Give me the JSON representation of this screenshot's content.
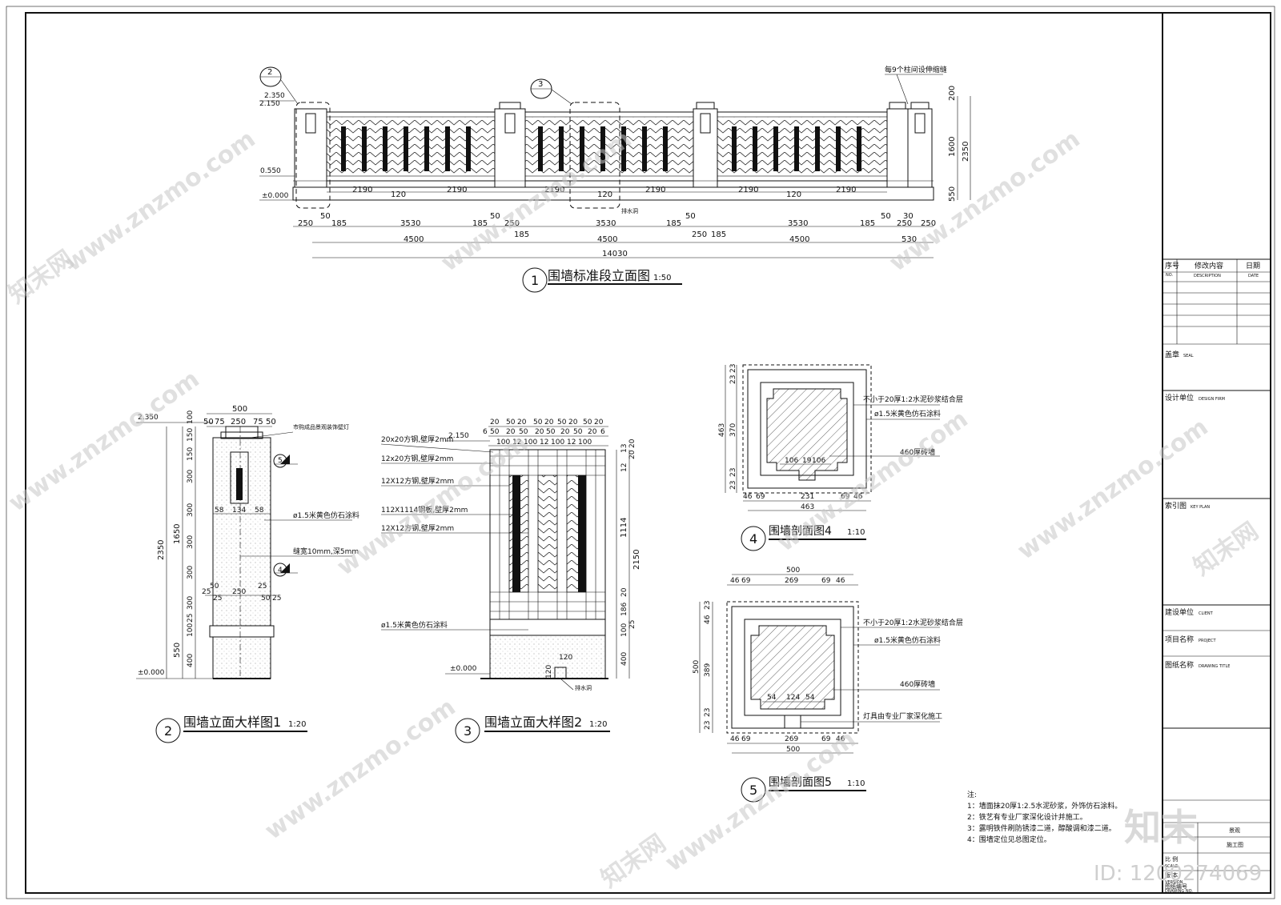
{
  "titles": {
    "elev_std": "围墙标准段立面图",
    "elev_std_scale": "1:50",
    "detail1": "围墙立面大样图1",
    "detail1_scale": "1:20",
    "detail2": "围墙立面大样图2",
    "detail2_scale": "1:20",
    "section4": "围墙剖面图4",
    "section4_scale": "1:10",
    "section5": "围墙剖面图5",
    "section5_scale": "1:10"
  },
  "view_numbers": [
    "1",
    "2",
    "3",
    "4",
    "5"
  ],
  "elev_std": {
    "callout_2": "2",
    "callout_3": "3",
    "expansion_note": "每9个柱间设伸缩缝",
    "drain_label": "排水洞",
    "levels": [
      "2.350",
      "2.150",
      "0.550",
      "±0.000"
    ],
    "dims_upper": [
      "2190",
      "120",
      "2190",
      "2190",
      "120",
      "2190",
      "2190",
      "120",
      "2190"
    ],
    "dims_mid": [
      "250",
      "50",
      "185",
      "3530",
      "185",
      "50",
      "250",
      "185",
      "3530",
      "185",
      "50",
      "250",
      "185",
      "3530",
      "185",
      "50",
      "250",
      "30",
      "250"
    ],
    "dims_bays": [
      "4500",
      "4500",
      "4500",
      "530"
    ],
    "dims_total": "14030",
    "dims_right": [
      "200",
      "1600",
      "2350",
      "550"
    ]
  },
  "detail1": {
    "top_dims": [
      "500",
      "50",
      "75",
      "250",
      "75",
      "50"
    ],
    "lamp_label": "市购成品景观装饰壁灯",
    "coating_label": "ø1.5米黄色仿石涂料",
    "joint_label": "缝宽10mm,深5mm",
    "mid_dims": [
      "58",
      "134",
      "58"
    ],
    "low_dims": [
      "25",
      "50",
      "25",
      "250",
      "25",
      "50",
      "25"
    ],
    "left_dims": [
      "2350",
      "1650",
      "550"
    ],
    "side_dims": [
      "100",
      "150",
      "150",
      "300",
      "300",
      "300",
      "300",
      "300",
      "25",
      "100",
      "400"
    ],
    "level_top": "2.350",
    "level_zero": "±0.000",
    "mark_5": "5",
    "mark_4": "4"
  },
  "detail2": {
    "top_dims_a": [
      "20",
      "50",
      "20",
      "50",
      "20",
      "50",
      "20",
      "50",
      "20"
    ],
    "top_dims_b": [
      "6",
      "50",
      "20",
      "50",
      "20",
      "50",
      "20",
      "50",
      "20",
      "6"
    ],
    "top_dims_c": [
      "100",
      "12",
      "100",
      "12",
      "100",
      "12",
      "100"
    ],
    "labels": [
      "20x20方钢,壁厚2mm",
      "12x20方钢,壁厚2mm",
      "12X12方钢,壁厚2mm",
      "112X1114钢板,壁厚2mm",
      "12X12方钢,壁厚2mm",
      "ø1.5米黄色仿石涂料"
    ],
    "level_top": "2.150",
    "level_zero": "±0.000",
    "right_dims": [
      "20",
      "13",
      "20",
      "12",
      "1114",
      "2150",
      "20",
      "186",
      "100",
      "25",
      "400"
    ],
    "drain_dims": [
      "120",
      "120"
    ],
    "drain_label": "排水洞"
  },
  "section4": {
    "labels": [
      "不小于20厚1:2水泥砂浆结合层",
      "ø1.5米黄色仿石涂料",
      "460厚砖墙"
    ],
    "inner_dims": [
      "106",
      "19",
      "106"
    ],
    "bottom_dims": [
      "46",
      "69",
      "231",
      "69",
      "46"
    ],
    "bottom_total": "463",
    "left_dims": [
      "23",
      "23",
      "370",
      "463",
      "23",
      "23"
    ]
  },
  "section5": {
    "top_total": "500",
    "top_dims": [
      "46",
      "69",
      "269",
      "69",
      "46"
    ],
    "labels": [
      "不小于20厚1:2水泥砂浆结合层",
      "ø1.5米黄色仿石涂料",
      "460厚砖墙",
      "灯具由专业厂家深化施工"
    ],
    "inner_dims": [
      "54",
      "124",
      "54"
    ],
    "bottom_dims": [
      "46",
      "69",
      "269",
      "69",
      "46"
    ],
    "bottom_total": "500",
    "left_dims": [
      "23",
      "46",
      "389",
      "500",
      "23",
      "23"
    ]
  },
  "notes": {
    "heading": "注:",
    "items": [
      "1：墙面抹20厚1:2.5水泥砂浆，外饰仿石涂料。",
      "2：铁艺有专业厂家深化设计并施工。",
      "3：露明铁件刷防锈漆二道，醇酸调和漆二道。",
      "4：围墙定位见总图定位。"
    ]
  },
  "title_block": {
    "rev_no": "序号",
    "rev_no_en": "NO.",
    "rev_desc": "修改内容",
    "rev_desc_en": "DESCRIPTION",
    "rev_date": "日期",
    "rev_date_en": "DATE",
    "seal": "盖章",
    "seal_en": "SEAL",
    "design_firm": "设计单位",
    "design_firm_en": "DESIGN FIRM",
    "key_plan": "索引图",
    "key_plan_en": "KEY PLAN",
    "client": "建设单位",
    "client_en": "CLIENT",
    "project": "项目名称",
    "project_en": "PROJECT",
    "drawing_title": "图纸名称",
    "drawing_title_en": "DRAWING TITLE",
    "stage_a": "景观",
    "stage_b": "施工图",
    "scale": "比  例",
    "scale_en": "SCALE",
    "version": "版  本",
    "version_en": "VERSION",
    "drawing_no": "图纸编号",
    "drawing_no_en": "DRAWING NO."
  },
  "watermark": {
    "site": "www.znzmo.com",
    "brand": "知末网",
    "logo": "知末",
    "id": "ID: 1200274069"
  }
}
